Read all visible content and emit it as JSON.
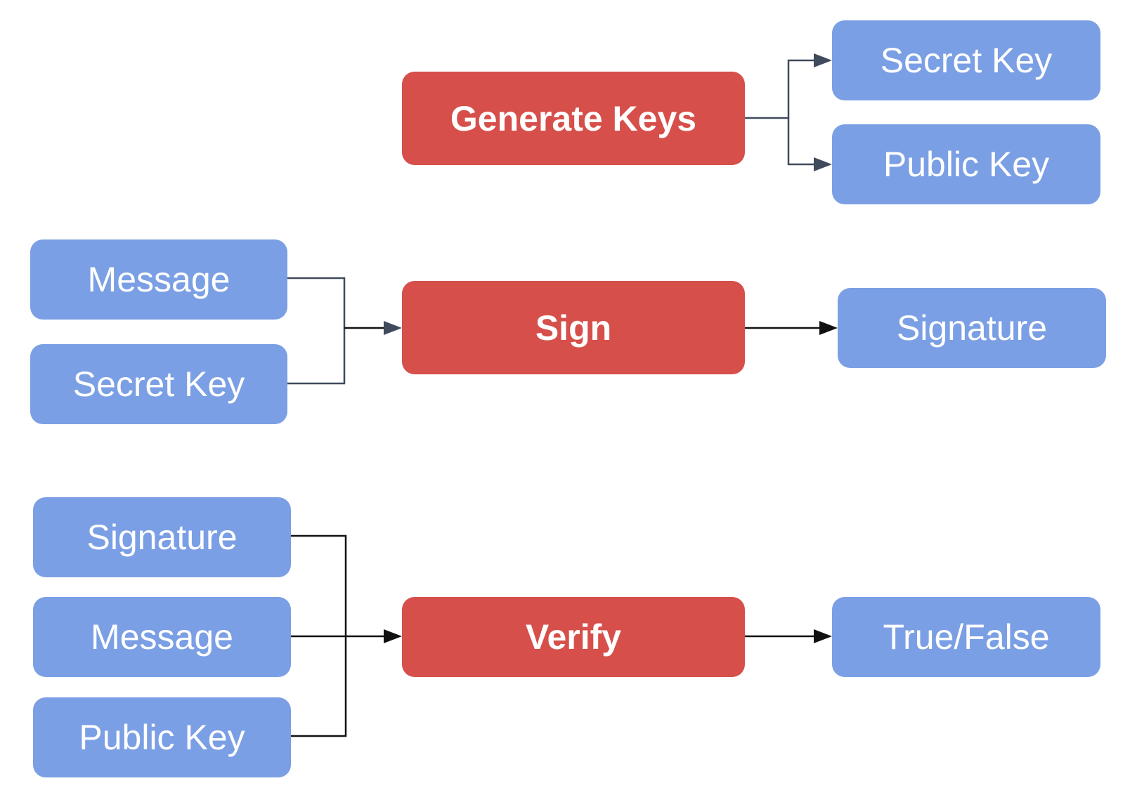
{
  "colors": {
    "process_fill": "#d64f4a",
    "data_fill": "#7b9fe4",
    "text": "#ffffff",
    "connector_dark": "#111111",
    "connector_slate": "#3f4a5c"
  },
  "generate": {
    "process": "Generate Keys",
    "outputs": [
      "Secret Key",
      "Public Key"
    ]
  },
  "sign": {
    "inputs": [
      "Message",
      "Secret Key"
    ],
    "process": "Sign",
    "output": "Signature"
  },
  "verify": {
    "inputs": [
      "Signature",
      "Message",
      "Public Key"
    ],
    "process": "Verify",
    "output": "True/False"
  }
}
